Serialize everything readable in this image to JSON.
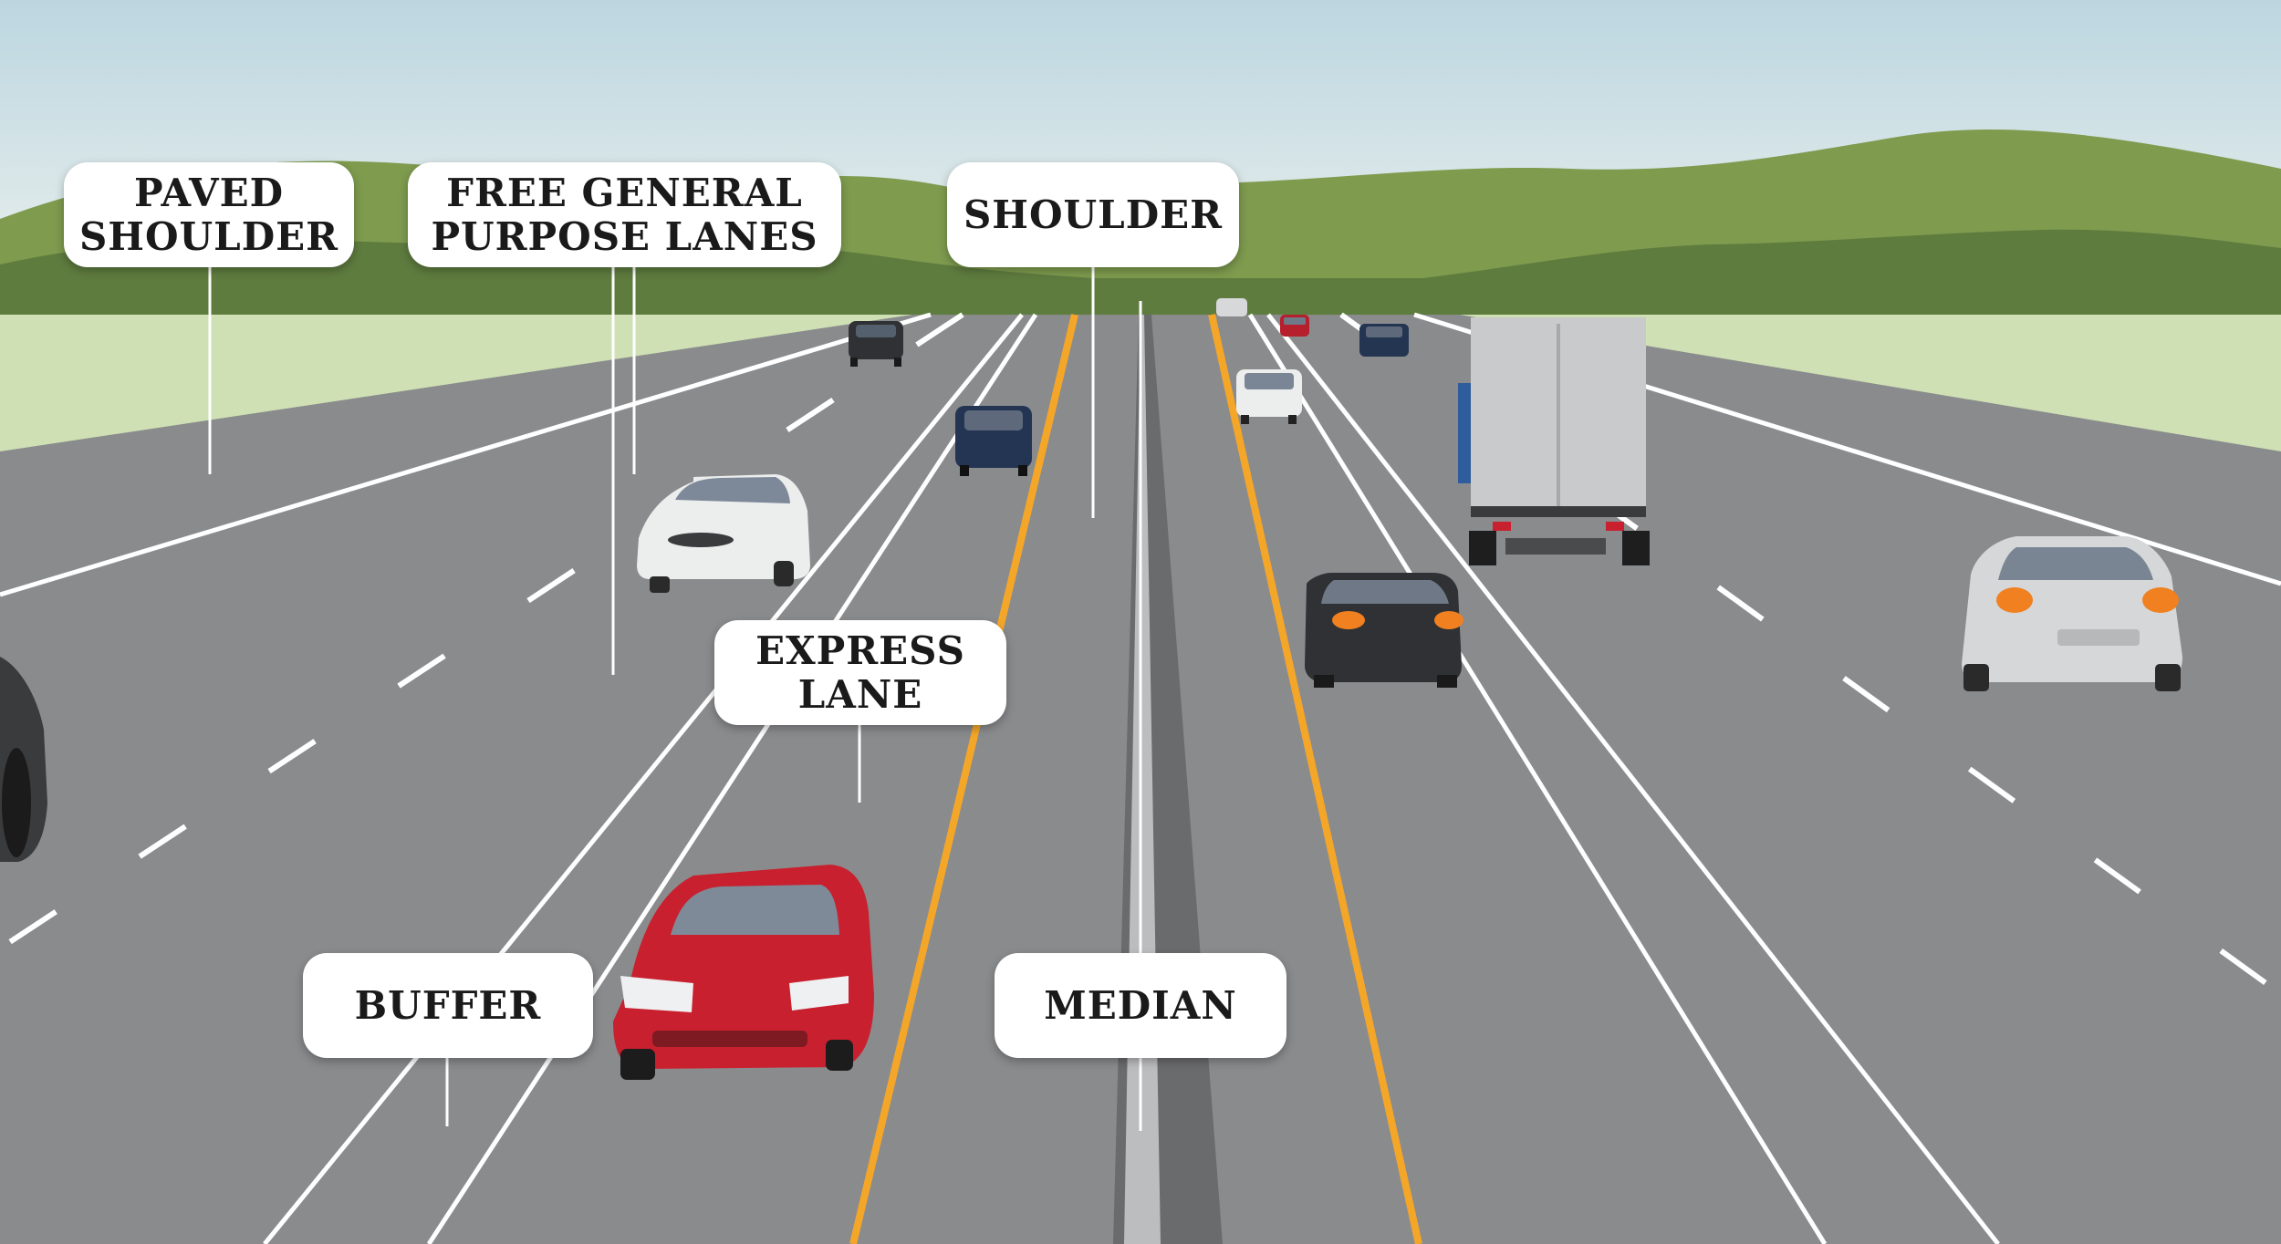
{
  "labels": {
    "paved_shoulder": "PAVED\nSHOULDER",
    "free_general_purpose_lanes": "FREE GENERAL\nPURPOSE LANES",
    "shoulder": "SHOULDER",
    "express_lane": "EXPRESS\nLANE",
    "buffer": "BUFFER",
    "median": "MEDIAN"
  },
  "colors": {
    "sky_top": "#c7dde5",
    "sky_bottom": "#e9f0ee",
    "hills_far": "#7f9d4e",
    "hills_near": "#5f7d3f",
    "field": "#cfe0b4",
    "road": "#8a8b8d",
    "median_strip": "#6c6d6f",
    "lane_white": "#ffffff",
    "lane_orange": "#f4a629",
    "car_red": "#c8202e",
    "car_white": "#eceded",
    "car_black": "#2f3134",
    "car_navy": "#233552",
    "car_silver": "#d5d7d9",
    "truck_box": "#c9cacc"
  }
}
